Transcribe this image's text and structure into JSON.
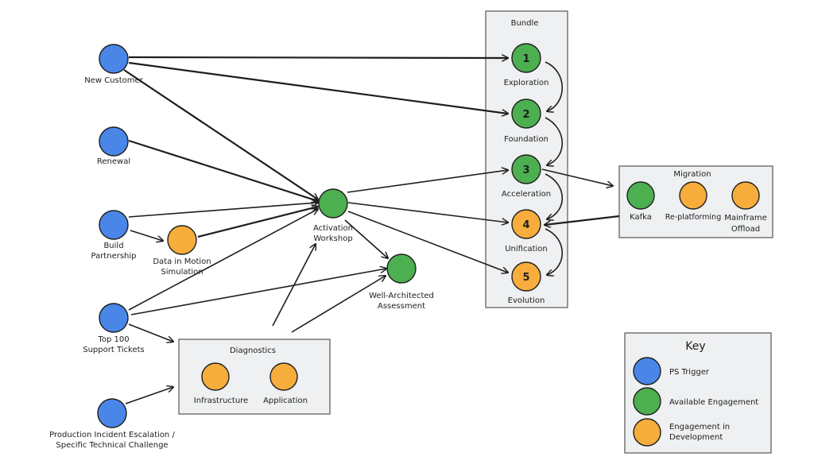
{
  "colors": {
    "trigger": "#4a86e8",
    "available": "#4caf50",
    "development": "#f6ad3c",
    "box_fill": "#eef0f2",
    "line": "#1e1e1e"
  },
  "triggers": {
    "new_customer": "New Customer",
    "renewal": "Renewal",
    "build_partnership": [
      "Build",
      "Partnership"
    ],
    "top100": [
      "Top 100",
      "Support Tickets"
    ],
    "production_incident": [
      "Production Incident Escalation /",
      "Specific Technical Challenge"
    ]
  },
  "engagements": {
    "data_in_motion": [
      "Data in Motion",
      "Simulation"
    ],
    "activation_workshop": [
      "Activation",
      "Workshop"
    ],
    "well_architected": [
      "Well-Architected",
      "Assessment"
    ]
  },
  "diagnostics": {
    "title": "Diagnostics",
    "items": [
      "Infrastructure",
      "Application"
    ]
  },
  "bundle": {
    "title": "Bundle",
    "stages": [
      {
        "number": "1",
        "label": "Exploration"
      },
      {
        "number": "2",
        "label": "Foundation"
      },
      {
        "number": "3",
        "label": "Acceleration"
      },
      {
        "number": "4",
        "label": "Unification"
      },
      {
        "number": "5",
        "label": "Evolution"
      }
    ]
  },
  "migration": {
    "title": "Migration",
    "items": [
      {
        "label": [
          "Kafka"
        ]
      },
      {
        "label": [
          "Re-platforming"
        ]
      },
      {
        "label": [
          "Mainframe",
          "Offload"
        ]
      }
    ]
  },
  "key": {
    "title": "Key",
    "entries": [
      {
        "label": [
          "PS Trigger"
        ]
      },
      {
        "label": [
          "Available Engagement"
        ]
      },
      {
        "label": [
          "Engagement in",
          "Development"
        ]
      }
    ]
  }
}
